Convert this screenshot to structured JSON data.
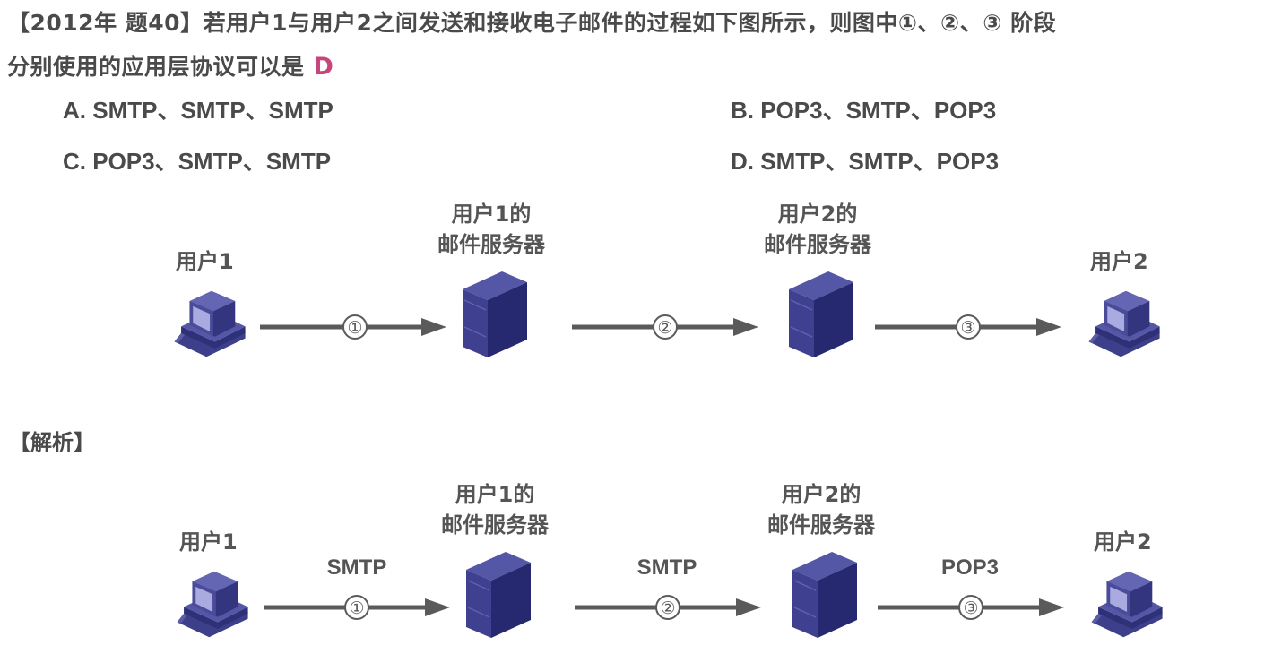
{
  "question": {
    "line1": "【2012年 题40】若用户1与用户2之间发送和接收电子邮件的过程如下图所示，则图中①、②、③ 阶段",
    "line2": "分别使用的应用层协议可以是",
    "answer": "D",
    "answer_color": "#c8457c"
  },
  "options": [
    {
      "label": "A. SMTP、SMTP、SMTP"
    },
    {
      "label": "B. POP3、SMTP、POP3"
    },
    {
      "label": "C. POP3、SMTP、SMTP"
    },
    {
      "label": "D. SMTP、SMTP、POP3"
    }
  ],
  "diagram_top": {
    "user1": "用户1",
    "server1_line1": "用户1的",
    "server1_line2": "邮件服务器",
    "server2_line1": "用户2的",
    "server2_line2": "邮件服务器",
    "user2": "用户2",
    "steps": [
      "①",
      "②",
      "③"
    ]
  },
  "analysis": {
    "title": "【解析】",
    "user1": "用户1",
    "server1_line1": "用户1的",
    "server1_line2": "邮件服务器",
    "server2_line1": "用户2的",
    "server2_line2": "邮件服务器",
    "user2": "用户2",
    "steps": [
      "①",
      "②",
      "③"
    ],
    "protocols": [
      "SMTP",
      "SMTP",
      "POP3"
    ]
  },
  "colors": {
    "device": "#3d3f8a",
    "arrow": "#5a5a5a"
  }
}
